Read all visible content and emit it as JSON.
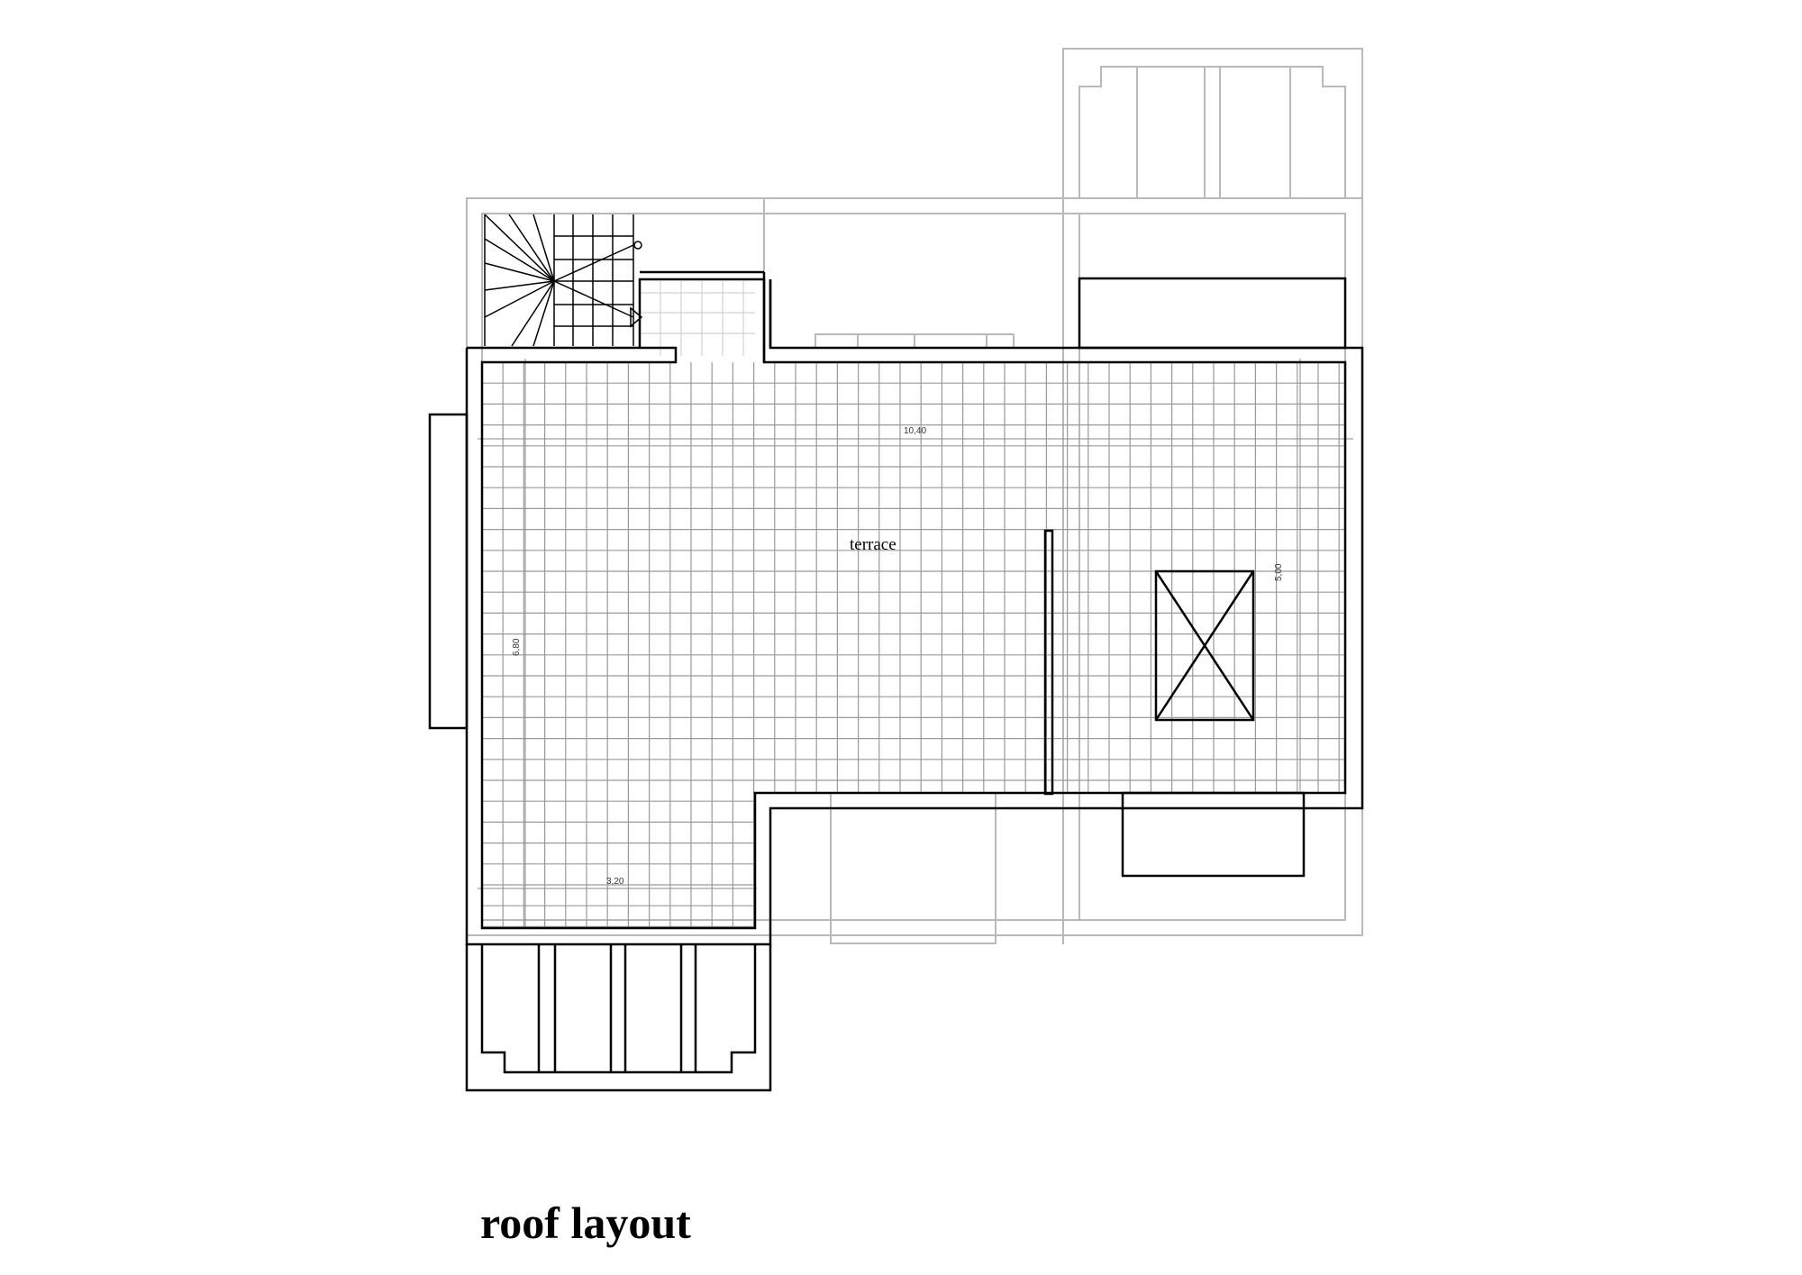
{
  "title": "roof layout",
  "room_label": "terrace",
  "dimensions": {
    "top": "10,40",
    "left": "6,80",
    "right": "5,00",
    "bottom": "3,20"
  },
  "colors": {
    "wall": "#000000",
    "grid": "#9a9a9a",
    "context": "#b9b9b9"
  }
}
